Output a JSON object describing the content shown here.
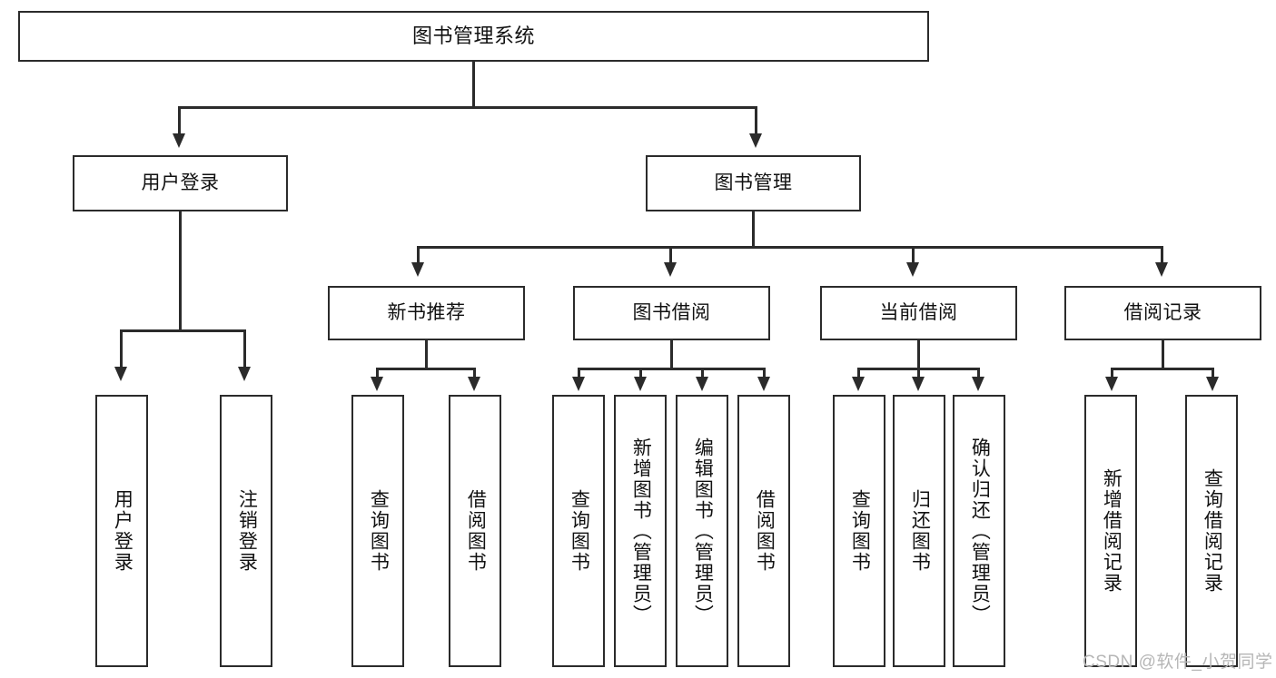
{
  "diagram": {
    "title": "图书管理系统",
    "type": "tree-hierarchy-diagram",
    "watermark": "CSDN @软件_小贺同学",
    "colors": {
      "box_border": "#2b2b2b",
      "box_fill": "#ffffff",
      "connector": "#2b2b2b",
      "text": "#111111",
      "watermark": "#b6b6b6",
      "background": "#ffffff"
    }
  },
  "nodes": {
    "root": {
      "label": "图书管理系统"
    },
    "level2": [
      {
        "label": "用户登录"
      },
      {
        "label": "图书管理"
      }
    ],
    "level3": [
      {
        "label": "新书推荐"
      },
      {
        "label": "图书借阅"
      },
      {
        "label": "当前借阅"
      },
      {
        "label": "借阅记录"
      }
    ],
    "leaves": {
      "user_login": [
        {
          "label": "用户登录"
        },
        {
          "label": "注销登录"
        }
      ],
      "new_book_recommend": [
        {
          "label": "查询图书"
        },
        {
          "label": "借阅图书"
        }
      ],
      "book_borrow": [
        {
          "label": "查询图书"
        },
        {
          "label": "新增图书（管理员）"
        },
        {
          "label": "编辑图书（管理员）"
        },
        {
          "label": "借阅图书"
        }
      ],
      "current_borrow": [
        {
          "label": "查询图书"
        },
        {
          "label": "归还图书"
        },
        {
          "label": "确认归还（管理员）"
        }
      ],
      "borrow_record": [
        {
          "label": "新增借阅记录"
        },
        {
          "label": "查询借阅记录"
        }
      ]
    }
  }
}
